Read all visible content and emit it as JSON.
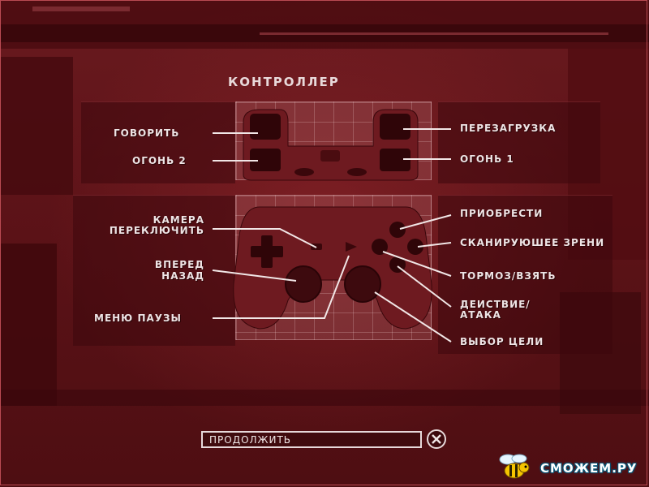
{
  "screen": {
    "title": "КОНТРОЛЛЕР"
  },
  "labels": {
    "talk": "ГОВОРИТЬ",
    "fire2": "ОГОНЬ 2",
    "camera_line1": "КАМЕРА",
    "camera_line2": "ПЕРЕКЛЮЧИТЬ",
    "forward_line1": "ВПЕРЕД",
    "forward_line2": "НАЗАД",
    "pause_menu": "МЕНЮ ПАУЗЫ",
    "reload": "ПЕРЕЗАГРУЗКА",
    "fire1": "ОГОНЬ 1",
    "acquire": "ПРИОБРЕСТИ",
    "scan_vision": "СКАНИРУЮШЕЕ ЗРЕНИ",
    "brake_take": "ТОРМОЗ/ВЗЯТЬ",
    "action_line1": "ДЕИСТВИЕ/",
    "action_line2": "АТАКА",
    "target_select": "ВЫБОР ЦЕЛИ"
  },
  "footer": {
    "continue_label": "ПРОДОЛЖИТЬ"
  },
  "watermark": {
    "text": "СМОЖЕМ.РУ"
  },
  "colors": {
    "background": "#5a0f14",
    "text": "#eee4e5",
    "grid": "#be787d",
    "controller": "#6a1419"
  }
}
